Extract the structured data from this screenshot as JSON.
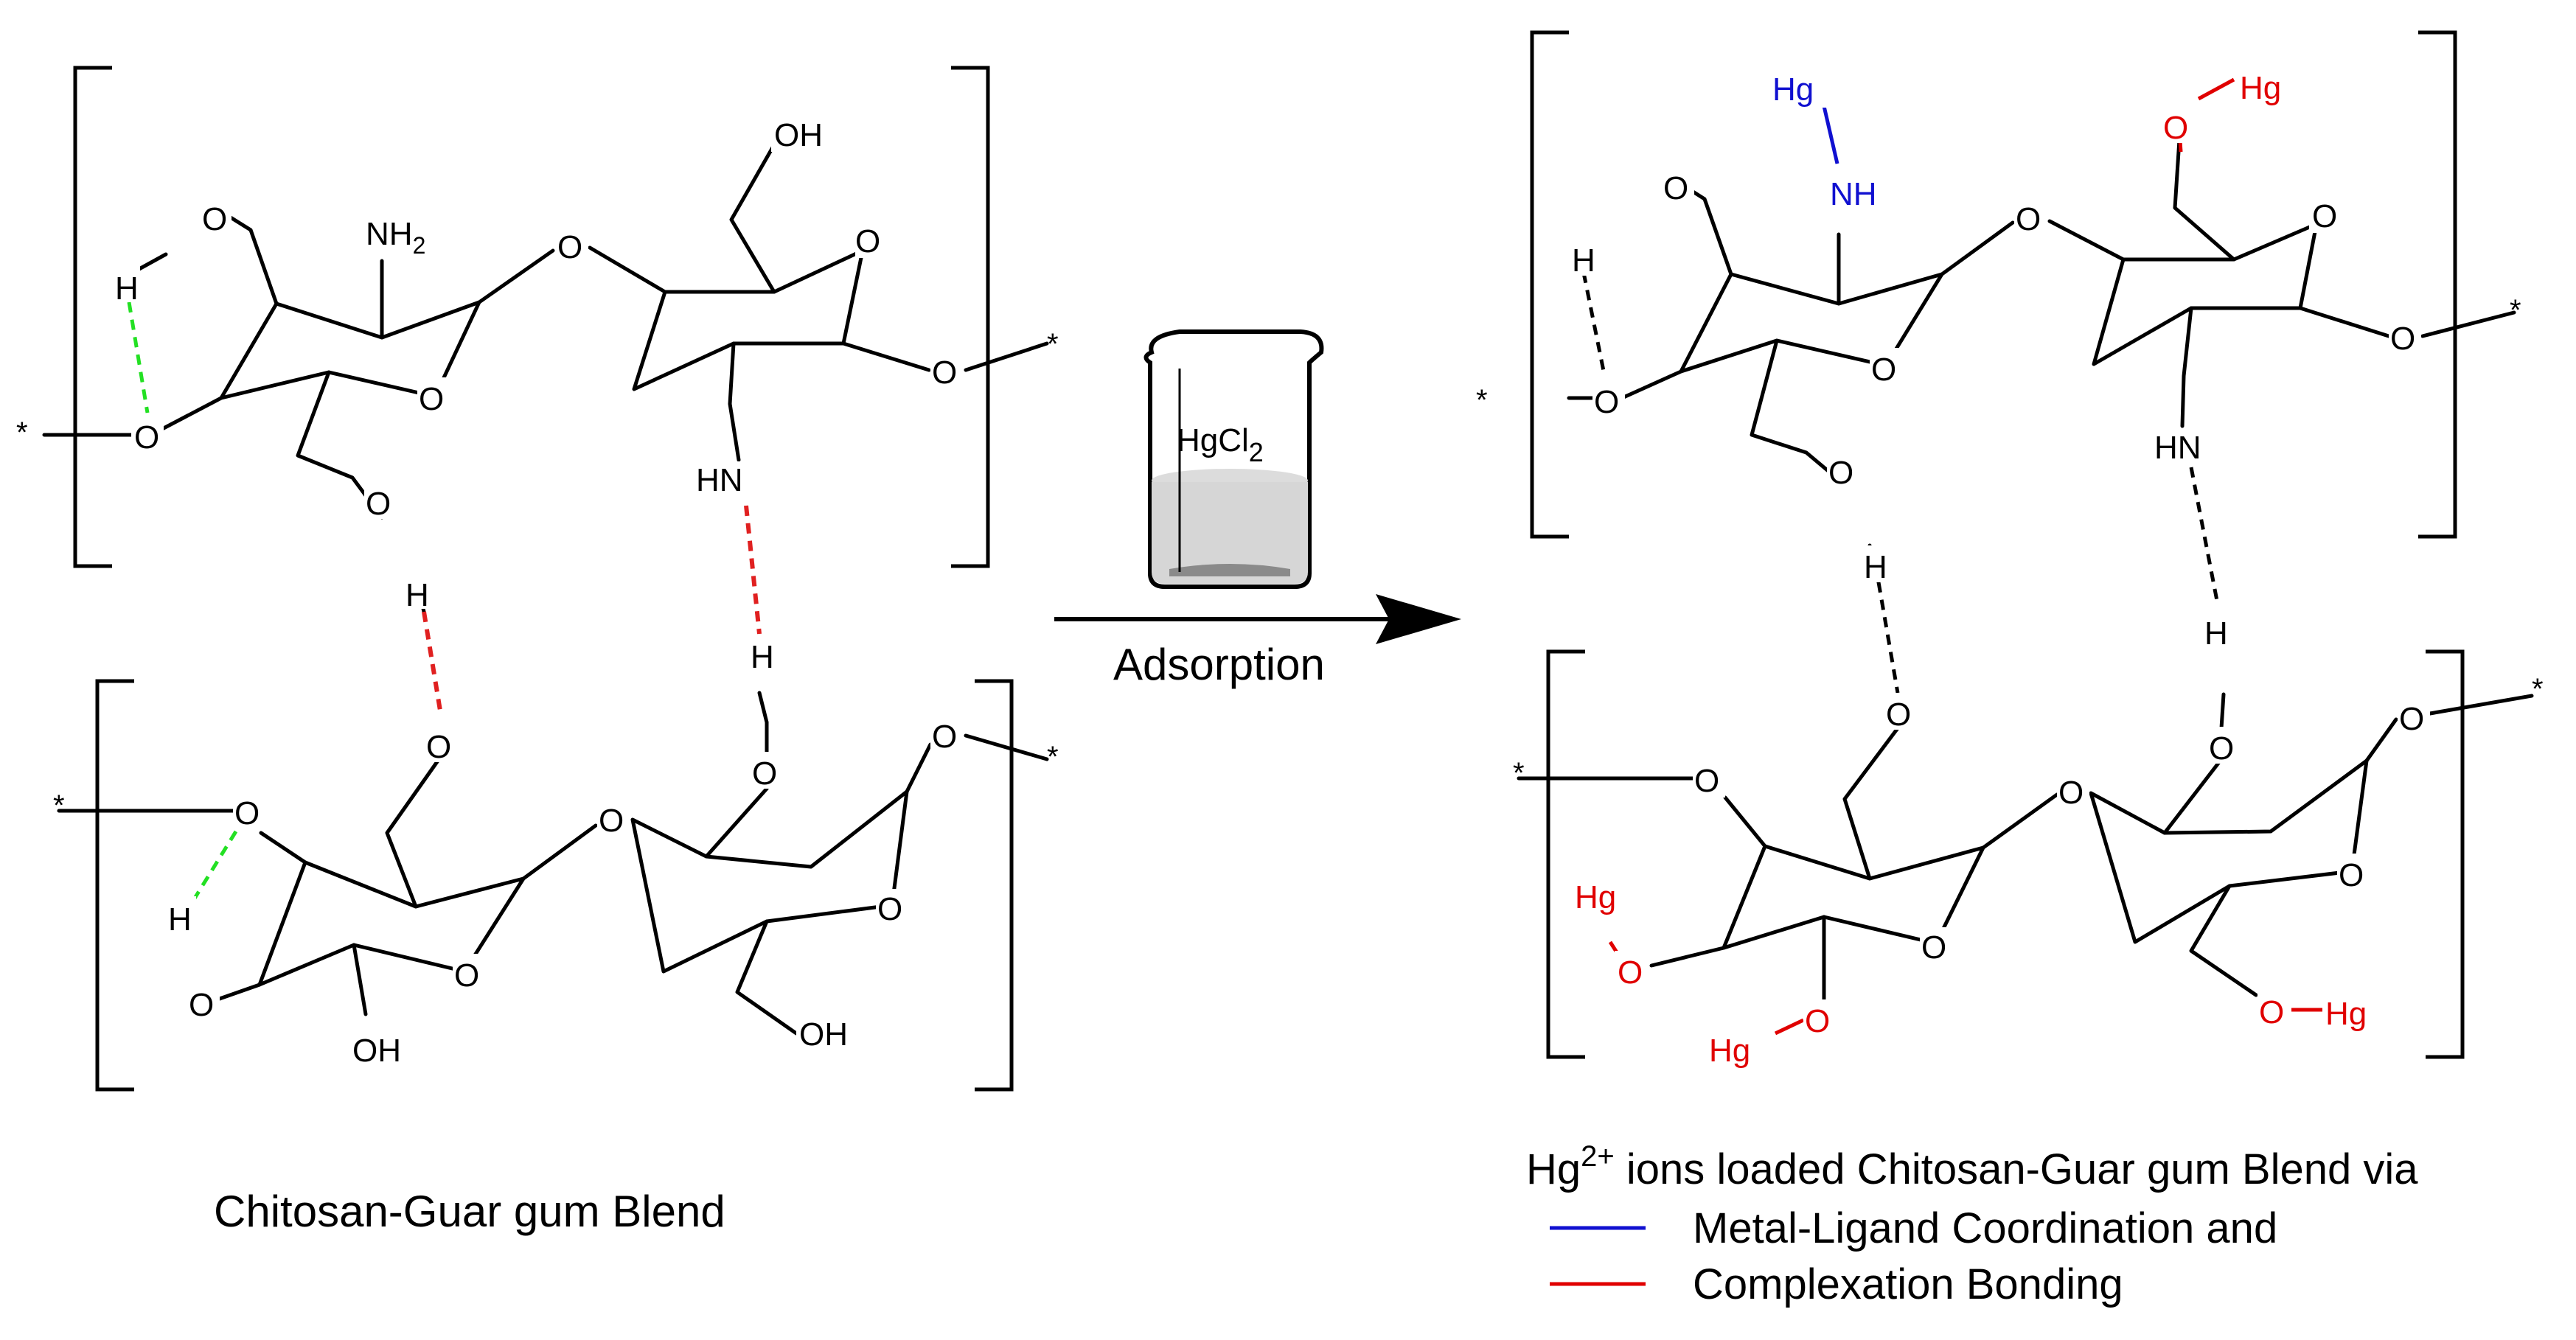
{
  "reaction": {
    "reagent": "HgCl",
    "reagent_subscript": "2",
    "condition": "Adsorption"
  },
  "left_structure": {
    "caption": "Chitosan-Guar gum Blend",
    "atoms": {
      "O": "O",
      "H": "H",
      "NH2": "NH",
      "NH2_sub": "2",
      "HN": "HN",
      "OH": "OH",
      "star": "*"
    }
  },
  "right_structure": {
    "atoms": {
      "O": "O",
      "H": "H",
      "NH": "NH",
      "HN": "HN",
      "Hg": "Hg",
      "star": "*"
    }
  },
  "legend": {
    "title_prefix": "Hg",
    "title_superscript": "2+",
    "title_suffix": " ions loaded Chitosan-Guar gum Blend via",
    "items": [
      {
        "label": "Metal-Ligand Coordination and",
        "color": "#1010d0"
      },
      {
        "label": "Complexation Bonding",
        "color": "#e00000"
      }
    ]
  },
  "colors": {
    "intra_hbond": "#23e023",
    "inter_hbond": "#e02020",
    "coordination": "#1010d0",
    "complexation": "#e00000"
  }
}
